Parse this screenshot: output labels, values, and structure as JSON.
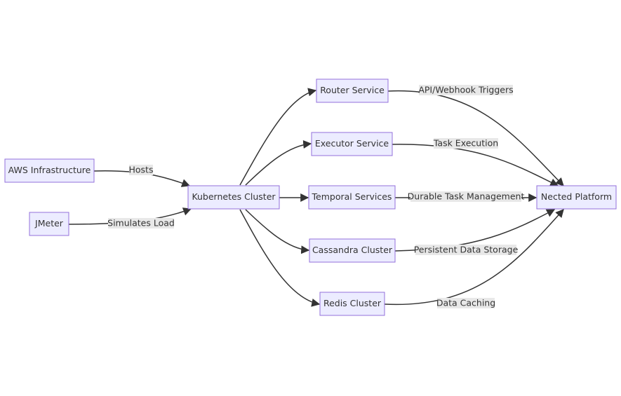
{
  "nodes": {
    "aws": "AWS Infrastructure",
    "jmeter": "JMeter",
    "k8s": "Kubernetes Cluster",
    "router": "Router Service",
    "executor": "Executor Service",
    "temporal": "Temporal Services",
    "cassandra": "Cassandra Cluster",
    "redis": "Redis Cluster",
    "nected": "Nected Platform"
  },
  "edges": {
    "aws_k8s": "Hosts",
    "jmeter_k8s": "Simulates Load",
    "router_nected": "API/Webhook Triggers",
    "executor_nected": "Task Execution",
    "temporal_nected": "Durable Task Management",
    "cassandra_nected": "Persistent Data Storage",
    "redis_nected": "Data Caching"
  },
  "colors": {
    "node_fill": "#ececff",
    "node_stroke": "#9370db",
    "edge": "#333333",
    "label_bg": "#e8e8e8"
  }
}
